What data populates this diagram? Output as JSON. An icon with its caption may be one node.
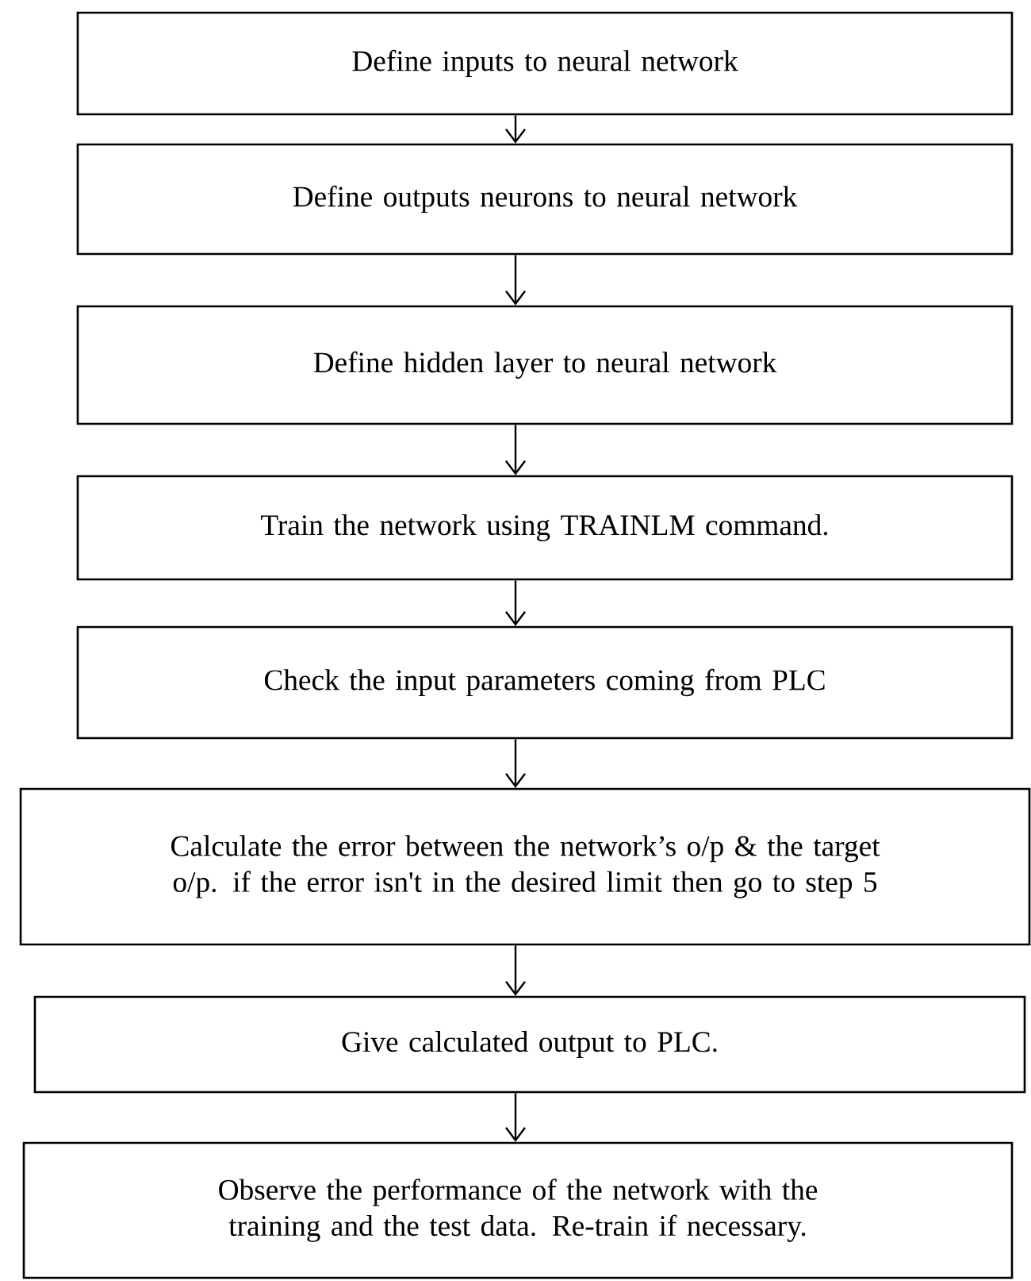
{
  "diagram": {
    "nodes": [
      {
        "text": [
          "Define inputs to neural network"
        ]
      },
      {
        "text": [
          "Define outputs neurons to neural network"
        ]
      },
      {
        "text": [
          "Define hidden layer to neural network"
        ]
      },
      {
        "text": [
          "Train the network using TRAINLM command."
        ]
      },
      {
        "text": [
          "Check the input parameters coming from PLC"
        ]
      },
      {
        "text": [
          "Calculate the error between the network’s o/p & the target o/p. if the error isn't in the desired limit then go to step 5"
        ]
      },
      {
        "text": [
          "Give calculated output to PLC."
        ]
      },
      {
        "text": [
          "Observe the performance of the network with the training and the test data. Re-train if necessary."
        ]
      }
    ],
    "edges": [
      {
        "from": 0,
        "to": 1,
        "arrow": "to"
      },
      {
        "from": 1,
        "to": 2,
        "arrow": "to"
      },
      {
        "from": 2,
        "to": 3,
        "arrow": "to"
      },
      {
        "from": 3,
        "to": 4,
        "arrow": "to"
      },
      {
        "from": 4,
        "to": 5,
        "arrow": "to"
      },
      {
        "from": 5,
        "to": 6,
        "arrow": "to"
      },
      {
        "from": 6,
        "to": 7,
        "arrow": "to"
      }
    ]
  }
}
